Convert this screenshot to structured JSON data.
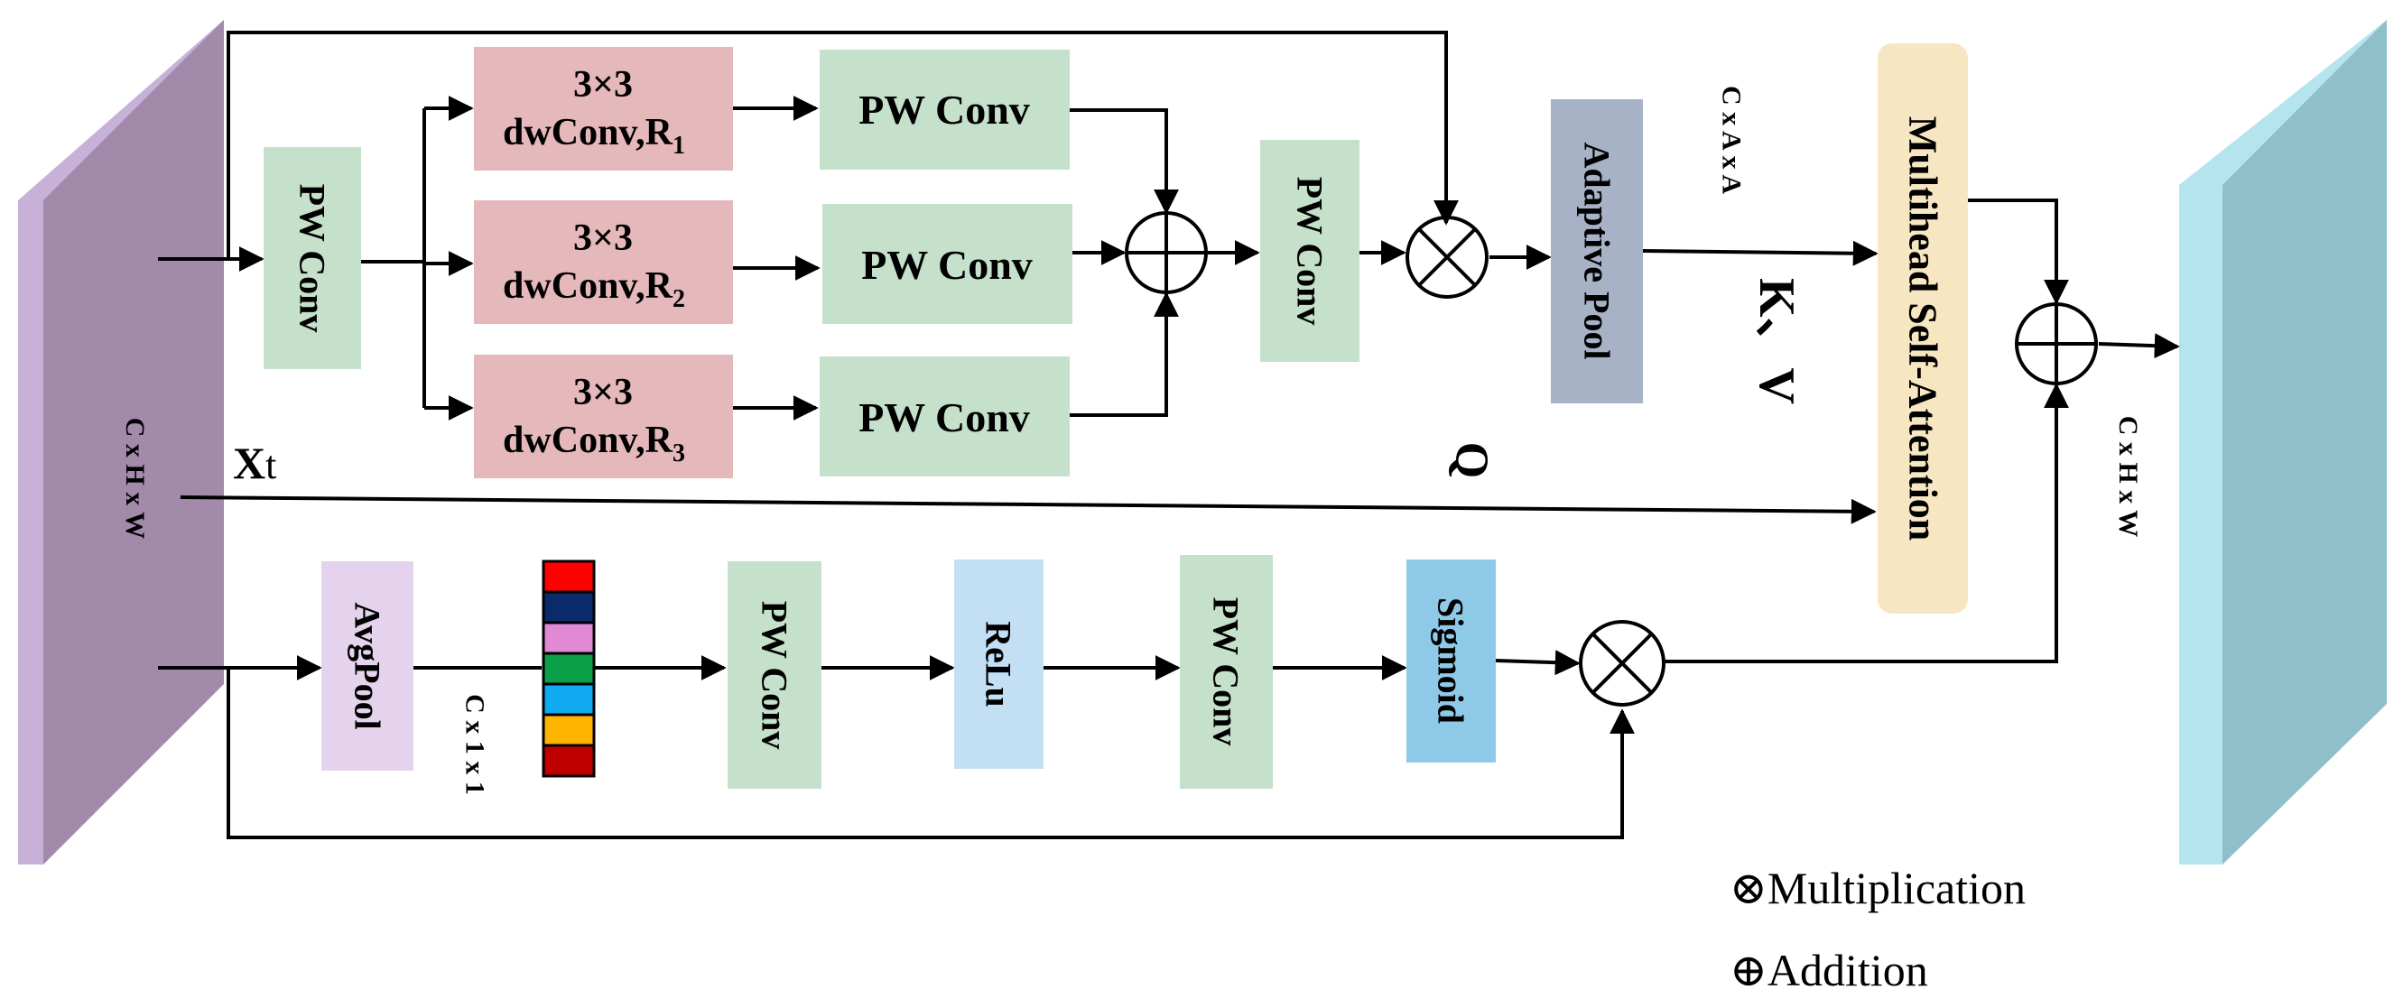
{
  "input_block": {
    "dims": "C x H x W",
    "xt_label": "X",
    "xt_label_suffix": "t"
  },
  "output_block": {
    "dims": "C x H x W"
  },
  "top_branch": {
    "pw_conv_in": "PW Conv",
    "dw_rows": [
      {
        "line1": "3×3",
        "line2": "dwConv,R",
        "sub": "1",
        "pw": "PW Conv"
      },
      {
        "line1": "3×3",
        "line2": "dwConv,R",
        "sub": "2",
        "pw": "PW Conv"
      },
      {
        "line1": "3×3",
        "line2": "dwConv,R",
        "sub": "3",
        "pw": "PW Conv"
      }
    ],
    "pw_conv_mid": "PW Conv",
    "adaptive_pool": "Adaptive Pool",
    "pool_dims": "C x A x A",
    "kv_label": "K、V",
    "q_label": "Q",
    "attention": "Multihead Self-Attention"
  },
  "bottom_branch": {
    "avgpool": "AvgPool",
    "avg_dims": "C x 1 x 1",
    "pw_conv_1": "PW Conv",
    "relu": "ReLu",
    "pw_conv_2": "PW Conv",
    "sigmoid": "Sigmoid",
    "stack_colors": [
      "#ff0000",
      "#0b2a6b",
      "#e08ad6",
      "#0aa04a",
      "#10aaf0",
      "#ffb400",
      "#c00000"
    ]
  },
  "colors": {
    "input_face": "#a38aab",
    "input_edge": "#c7b1d8",
    "output_face": "#8fbfc8",
    "output_edge": "#b5e3ee",
    "dw_box": "#e5b8bb",
    "pw_box": "#c5e0cb",
    "pool_box": "#a7b2c6",
    "attn_box": "#f7e6c2",
    "avg_box": "#e5d3ee",
    "relu_box": "#c3dff4",
    "sigmoid_box": "#8ecae8"
  },
  "legend": {
    "mult_symbol": "⊗",
    "mult_label": "Multiplication",
    "add_symbol": "⊕",
    "add_label": "Addition"
  }
}
